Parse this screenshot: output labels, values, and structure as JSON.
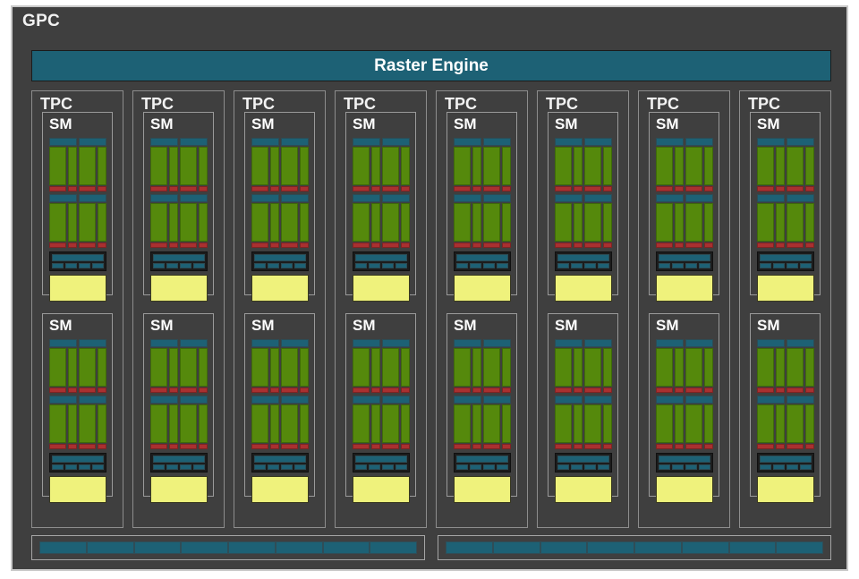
{
  "diagram": {
    "title": "GPC",
    "gpc_label": "GPC",
    "raster_engine_label": "Raster Engine",
    "tpc_label": "TPC",
    "sm_label": "SM",
    "tpc_count": 8,
    "sm_per_tpc": 2,
    "processing_block_rows_per_sm": 2,
    "processing_blocks_per_row": 2,
    "sfu_cells_per_sm": 4,
    "rop_groups": 2,
    "rop_cells_per_group": 8,
    "colors": {
      "background": "#3f3f3f",
      "outer_border": "#c9c9c9",
      "tpc_border": "#8d8d8d",
      "sm_border": "#9a9a9a",
      "teal": "#1d6175",
      "green": "#55890c",
      "red": "#a93030",
      "yellow": "#eff27c",
      "text": "#f2f2f2"
    }
  }
}
